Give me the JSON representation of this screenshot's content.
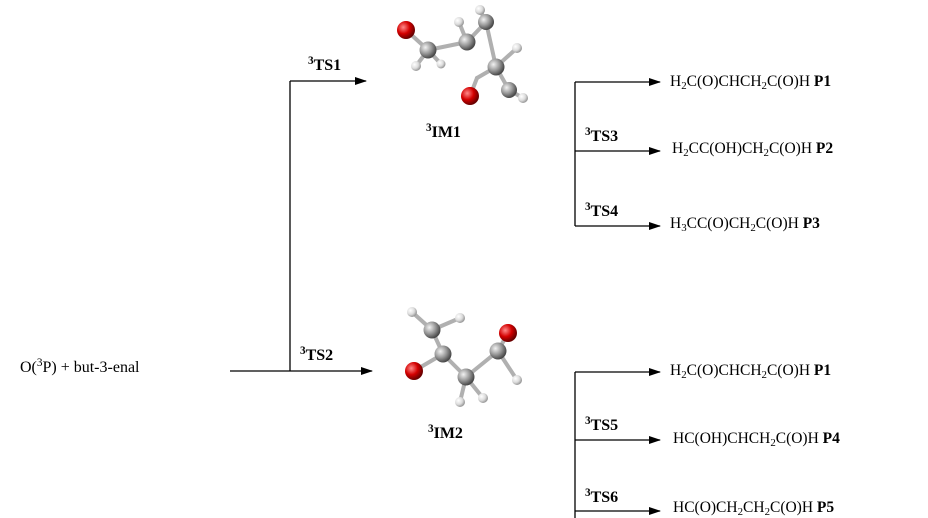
{
  "reactant": {
    "pre": "O(",
    "sup": "3",
    "post": "P) + but-3-enal"
  },
  "transition_states": {
    "ts1": {
      "sup": "3",
      "name": "TS1"
    },
    "ts2": {
      "sup": "3",
      "name": "TS2"
    },
    "ts3": {
      "sup": "3",
      "name": "TS3"
    },
    "ts4": {
      "sup": "3",
      "name": "TS4"
    },
    "ts5": {
      "sup": "3",
      "name": "TS5"
    },
    "ts6": {
      "sup": "3",
      "name": "TS6"
    }
  },
  "intermediates": {
    "im1": {
      "sup": "3",
      "name": "IM1"
    },
    "im2": {
      "sup": "3",
      "name": "IM2"
    }
  },
  "products": {
    "im1_p1": {
      "parts": [
        "H",
        "2",
        "C(O)CHCH",
        "2",
        "C(O)H "
      ],
      "tag": "P1"
    },
    "im1_p2": {
      "parts": [
        "H",
        "2",
        "CC(OH)CH",
        "2",
        "C(O)H "
      ],
      "tag": "P2"
    },
    "im1_p3": {
      "parts": [
        "H",
        "3",
        "CC(O)CH",
        "2",
        "C(O)H "
      ],
      "tag": "P3"
    },
    "im2_p1": {
      "parts": [
        "H",
        "2",
        "C(O)CHCH",
        "2",
        "C(O)H "
      ],
      "tag": "P1"
    },
    "im2_p4": {
      "parts": [
        "HC(OH)CHCH",
        "2",
        "C(O)H "
      ],
      "tag": "P4"
    },
    "im2_p5": {
      "parts": [
        "HC(O)CH",
        "2",
        "CH",
        "2",
        "C(O)H "
      ],
      "tag": "P5"
    }
  },
  "colors": {
    "oxygen": "#cc0000",
    "carbon": "#8a8a8a",
    "hydrogen": "#e6e6e6",
    "line": "#000000"
  }
}
